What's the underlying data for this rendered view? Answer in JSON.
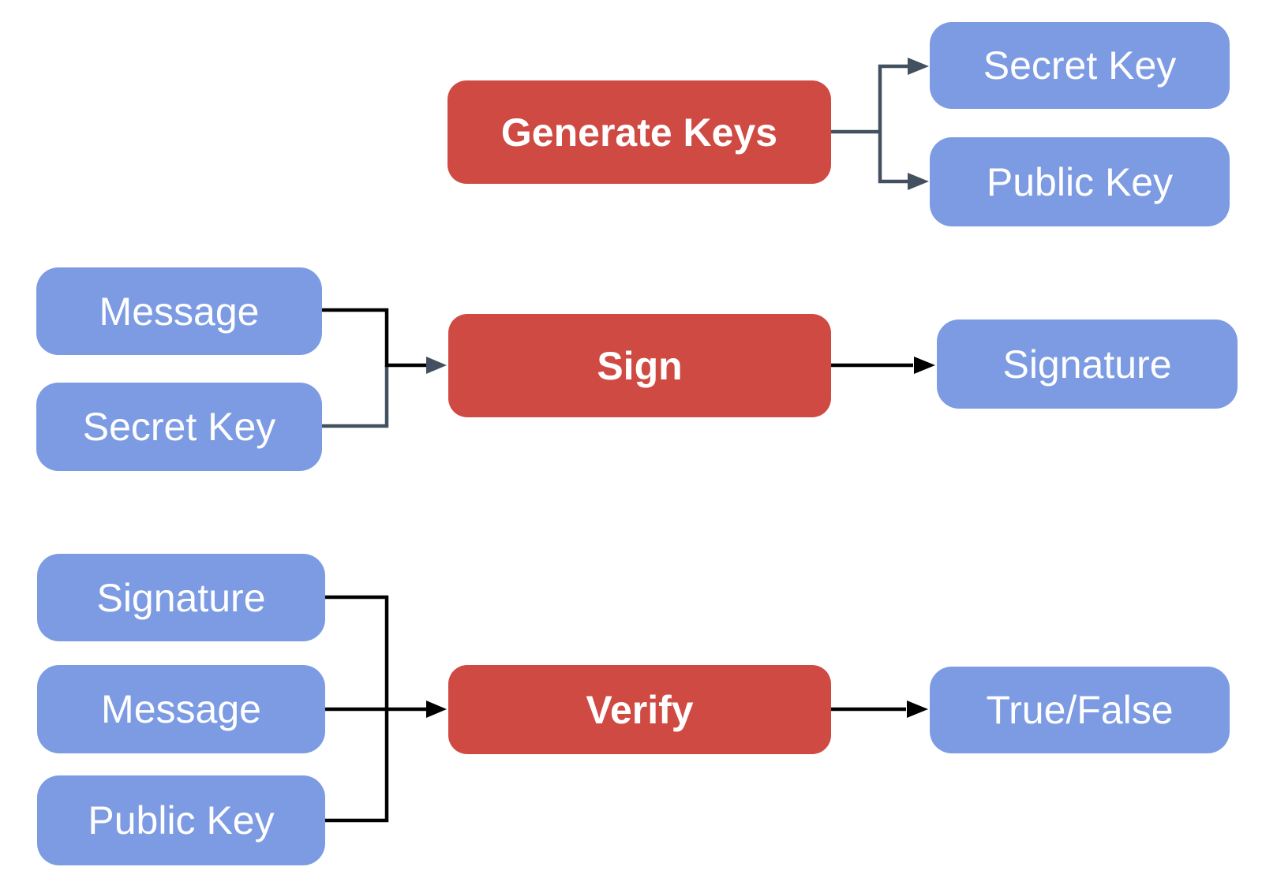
{
  "diagram": {
    "palette": {
      "background": "#FFFFFF",
      "process_fill": "#CF4A42",
      "data_fill": "#7D9BE3",
      "label_color": "#FFFFFF",
      "connector_dark": "#000000",
      "connector_slate": "#42505F"
    },
    "nodes": {
      "generate_keys": {
        "label": "Generate Keys",
        "type": "process"
      },
      "secret_key_out": {
        "label": "Secret Key",
        "type": "data"
      },
      "public_key_out": {
        "label": "Public Key",
        "type": "data"
      },
      "message_sign_in": {
        "label": "Message",
        "type": "data"
      },
      "secret_key_sign_in": {
        "label": "Secret Key",
        "type": "data"
      },
      "sign": {
        "label": "Sign",
        "type": "process"
      },
      "signature_out": {
        "label": "Signature",
        "type": "data"
      },
      "signature_verify_in": {
        "label": "Signature",
        "type": "data"
      },
      "message_verify_in": {
        "label": "Message",
        "type": "data"
      },
      "public_key_verify_in": {
        "label": "Public Key",
        "type": "data"
      },
      "verify": {
        "label": "Verify",
        "type": "process"
      },
      "true_false": {
        "label": "True/False",
        "type": "data"
      }
    },
    "edges": [
      {
        "from": "generate_keys",
        "to": "secret_key_out"
      },
      {
        "from": "generate_keys",
        "to": "public_key_out"
      },
      {
        "from": "message_sign_in",
        "to": "sign"
      },
      {
        "from": "secret_key_sign_in",
        "to": "sign"
      },
      {
        "from": "sign",
        "to": "signature_out"
      },
      {
        "from": "signature_verify_in",
        "to": "verify"
      },
      {
        "from": "message_verify_in",
        "to": "verify"
      },
      {
        "from": "public_key_verify_in",
        "to": "verify"
      },
      {
        "from": "verify",
        "to": "true_false"
      }
    ]
  }
}
